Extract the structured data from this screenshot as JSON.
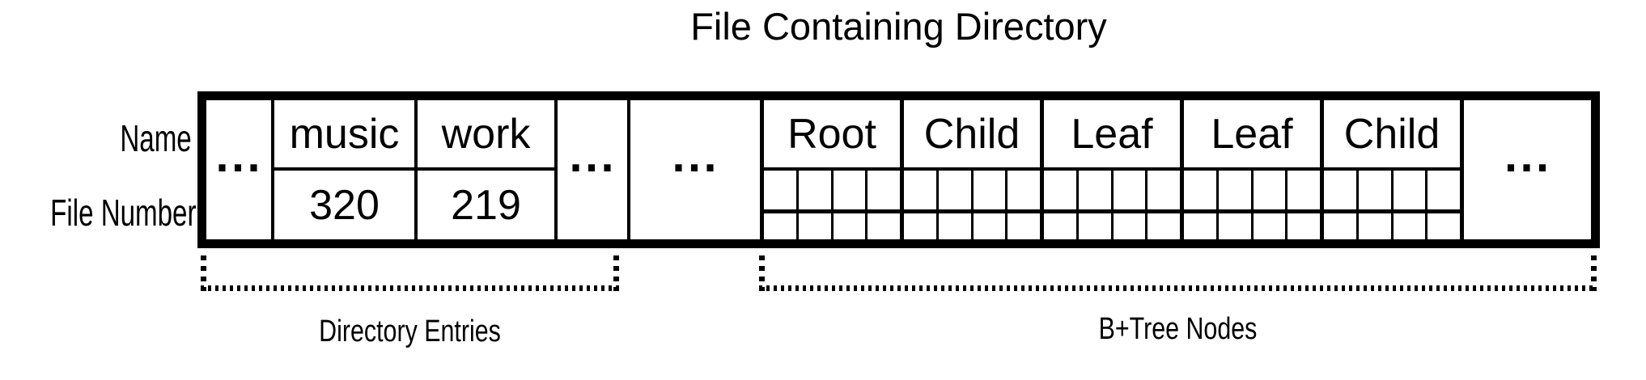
{
  "title": "File Containing Directory",
  "row_labels": {
    "name": "Name",
    "file_number": "File Number"
  },
  "directory": {
    "leading_ellipsis": "...",
    "entries": [
      {
        "name": "music",
        "file_number": "320"
      },
      {
        "name": "work",
        "file_number": "219"
      }
    ],
    "trailing_ellipsis": "...",
    "gap_ellipsis": "..."
  },
  "btree": {
    "node_labels": [
      "Root",
      "Child",
      "Leaf",
      "Leaf",
      "Child"
    ],
    "slots_per_row": 4,
    "slot_rows_per_node": 2,
    "trailing_ellipsis": "..."
  },
  "braces": {
    "directory": "Directory Entries",
    "btree": "B+Tree Nodes"
  },
  "colors": {
    "ink": "#000000",
    "background": "#ffffff"
  }
}
